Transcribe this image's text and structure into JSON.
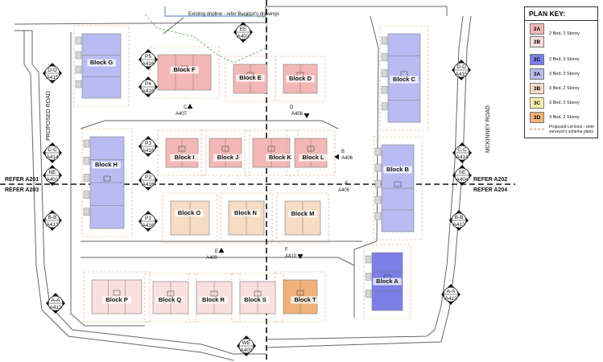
{
  "plan_key": {
    "title": "PLAN KEY:",
    "items": [
      {
        "code": "2A",
        "color": "#f3b7b5",
        "desc": ""
      },
      {
        "code": "2B",
        "color": "#f9e0de",
        "desc": "2 Bed, 2 Storey"
      },
      {
        "code": "2C",
        "color": "#7b7fe6",
        "desc": "2 Bed, 3 Storey"
      },
      {
        "code": "3A",
        "color": "#b9bcf2",
        "desc": "3 Bed, 3 Storey"
      },
      {
        "code": "3B",
        "color": "#f6dcc3",
        "desc": "3 Bed, 2 Storey"
      },
      {
        "code": "3C",
        "color": "#f5f0b0",
        "desc": "3 Bed, 2 Storey"
      },
      {
        "code": "3D",
        "color": "#f0b27a",
        "desc": "3 Bed, 2 Storey"
      }
    ],
    "lot_lines": "Proposed Lot lines - refer surveyor's scheme plans"
  },
  "roads": {
    "left": "PROPOSED ROAD",
    "right": "MCKINNEY ROAD"
  },
  "dripline_note": "Existing dripline - refer Buckton's drawings",
  "refers": [
    "REFER A201",
    "REFER A203",
    "REFER A202",
    "REFER A204"
  ],
  "blocks": [
    {
      "label": "Block A",
      "color": "#7b7fe6"
    },
    {
      "label": "Block B",
      "color": "#b9bcf2"
    },
    {
      "label": "Block C",
      "color": "#b9bcf2"
    },
    {
      "label": "Block D",
      "color": "#f3b7b5"
    },
    {
      "label": "Block E",
      "color": "#f3b7b5"
    },
    {
      "label": "Block F",
      "color": "#f3b7b5"
    },
    {
      "label": "Block G",
      "color": "#b9bcf2"
    },
    {
      "label": "Block H",
      "color": "#b9bcf2"
    },
    {
      "label": "Block I",
      "color": "#f3b7b5"
    },
    {
      "label": "Block J",
      "color": "#f3b7b5"
    },
    {
      "label": "Block K",
      "color": "#f3b7b5"
    },
    {
      "label": "Block L",
      "color": "#f3b7b5"
    },
    {
      "label": "Block M",
      "color": "#f6dcc3"
    },
    {
      "label": "Block N",
      "color": "#f6dcc3"
    },
    {
      "label": "Block O",
      "color": "#f6dcc3"
    },
    {
      "label": "Block P",
      "color": "#f9e0de"
    },
    {
      "label": "Block Q",
      "color": "#f9e0de"
    },
    {
      "label": "Block R",
      "color": "#f9e0de"
    },
    {
      "label": "Block S",
      "color": "#f9e0de"
    },
    {
      "label": "Block T",
      "color": "#f0b27a"
    }
  ],
  "markers": [
    {
      "top": "D-D",
      "bottom": "A415"
    },
    {
      "top": "D-D",
      "bottom": "A415"
    },
    {
      "top": "EE",
      "bottom": "A402"
    },
    {
      "top": "P5",
      "bottom": "A416"
    },
    {
      "top": "P4",
      "bottom": "A416"
    },
    {
      "top": "P3",
      "bottom": "A416"
    },
    {
      "top": "P2",
      "bottom": "A416"
    },
    {
      "top": "P1",
      "bottom": "A416"
    },
    {
      "top": "C-C",
      "bottom": "A414"
    },
    {
      "top": "C-C",
      "bottom": "A414"
    },
    {
      "top": "NE",
      "bottom": "A401"
    },
    {
      "top": "SE",
      "bottom": "A404"
    },
    {
      "top": "B-B",
      "bottom": "A413"
    },
    {
      "top": "B-B",
      "bottom": "A413"
    },
    {
      "top": "A-A",
      "bottom": "A412"
    },
    {
      "top": "A-A",
      "bottom": "A412"
    },
    {
      "top": "WE",
      "bottom": "A403"
    }
  ],
  "sections": [
    {
      "letter": "C",
      "ref": "A407"
    },
    {
      "letter": "D",
      "ref": "A408"
    },
    {
      "letter": "B",
      "ref": "A406"
    },
    {
      "letter": "A",
      "ref": "A405"
    },
    {
      "letter": "E",
      "ref": "A409"
    },
    {
      "letter": "F",
      "ref": "A410"
    }
  ]
}
